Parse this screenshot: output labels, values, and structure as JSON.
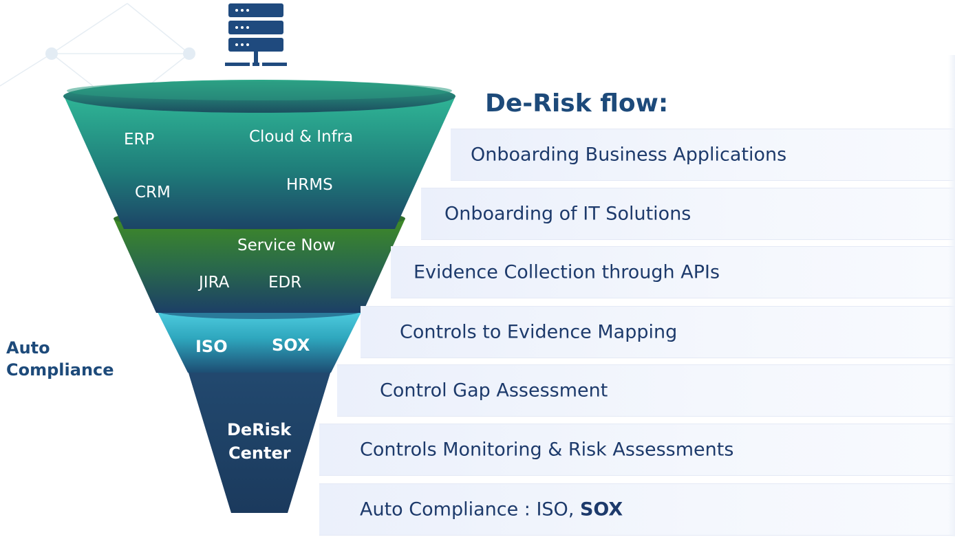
{
  "title": "De-Risk flow:",
  "side_label": [
    "Auto",
    "Compliance"
  ],
  "server_icon": "server-rack-icon",
  "funnel": {
    "layer1": [
      "ERP",
      "Cloud & Infra",
      "CRM",
      "HRMS"
    ],
    "layer2": [
      "Service Now",
      "JIRA",
      "EDR"
    ],
    "layer3": [
      "ISO",
      "SOX"
    ],
    "layer4": [
      "DeRisk",
      "Center"
    ]
  },
  "steps": [
    "Onboarding Business Applications",
    "Onboarding of IT Solutions",
    "Evidence Collection through APIs",
    "Controls to Evidence Mapping",
    "Control Gap Assessment",
    "Controls Monitoring & Risk Assessments"
  ],
  "last_step": {
    "prefix": "Auto Compliance : ISO, ",
    "bold": "SOX"
  },
  "colors": {
    "navy": "#1d4a7a",
    "teal": "#2aa88a",
    "green": "#3e8a2a",
    "cyan": "#3fc3d6",
    "dark_blue": "#1e3f63",
    "step_bg": "#eef2fb",
    "step_text": "#1d3a6b"
  }
}
